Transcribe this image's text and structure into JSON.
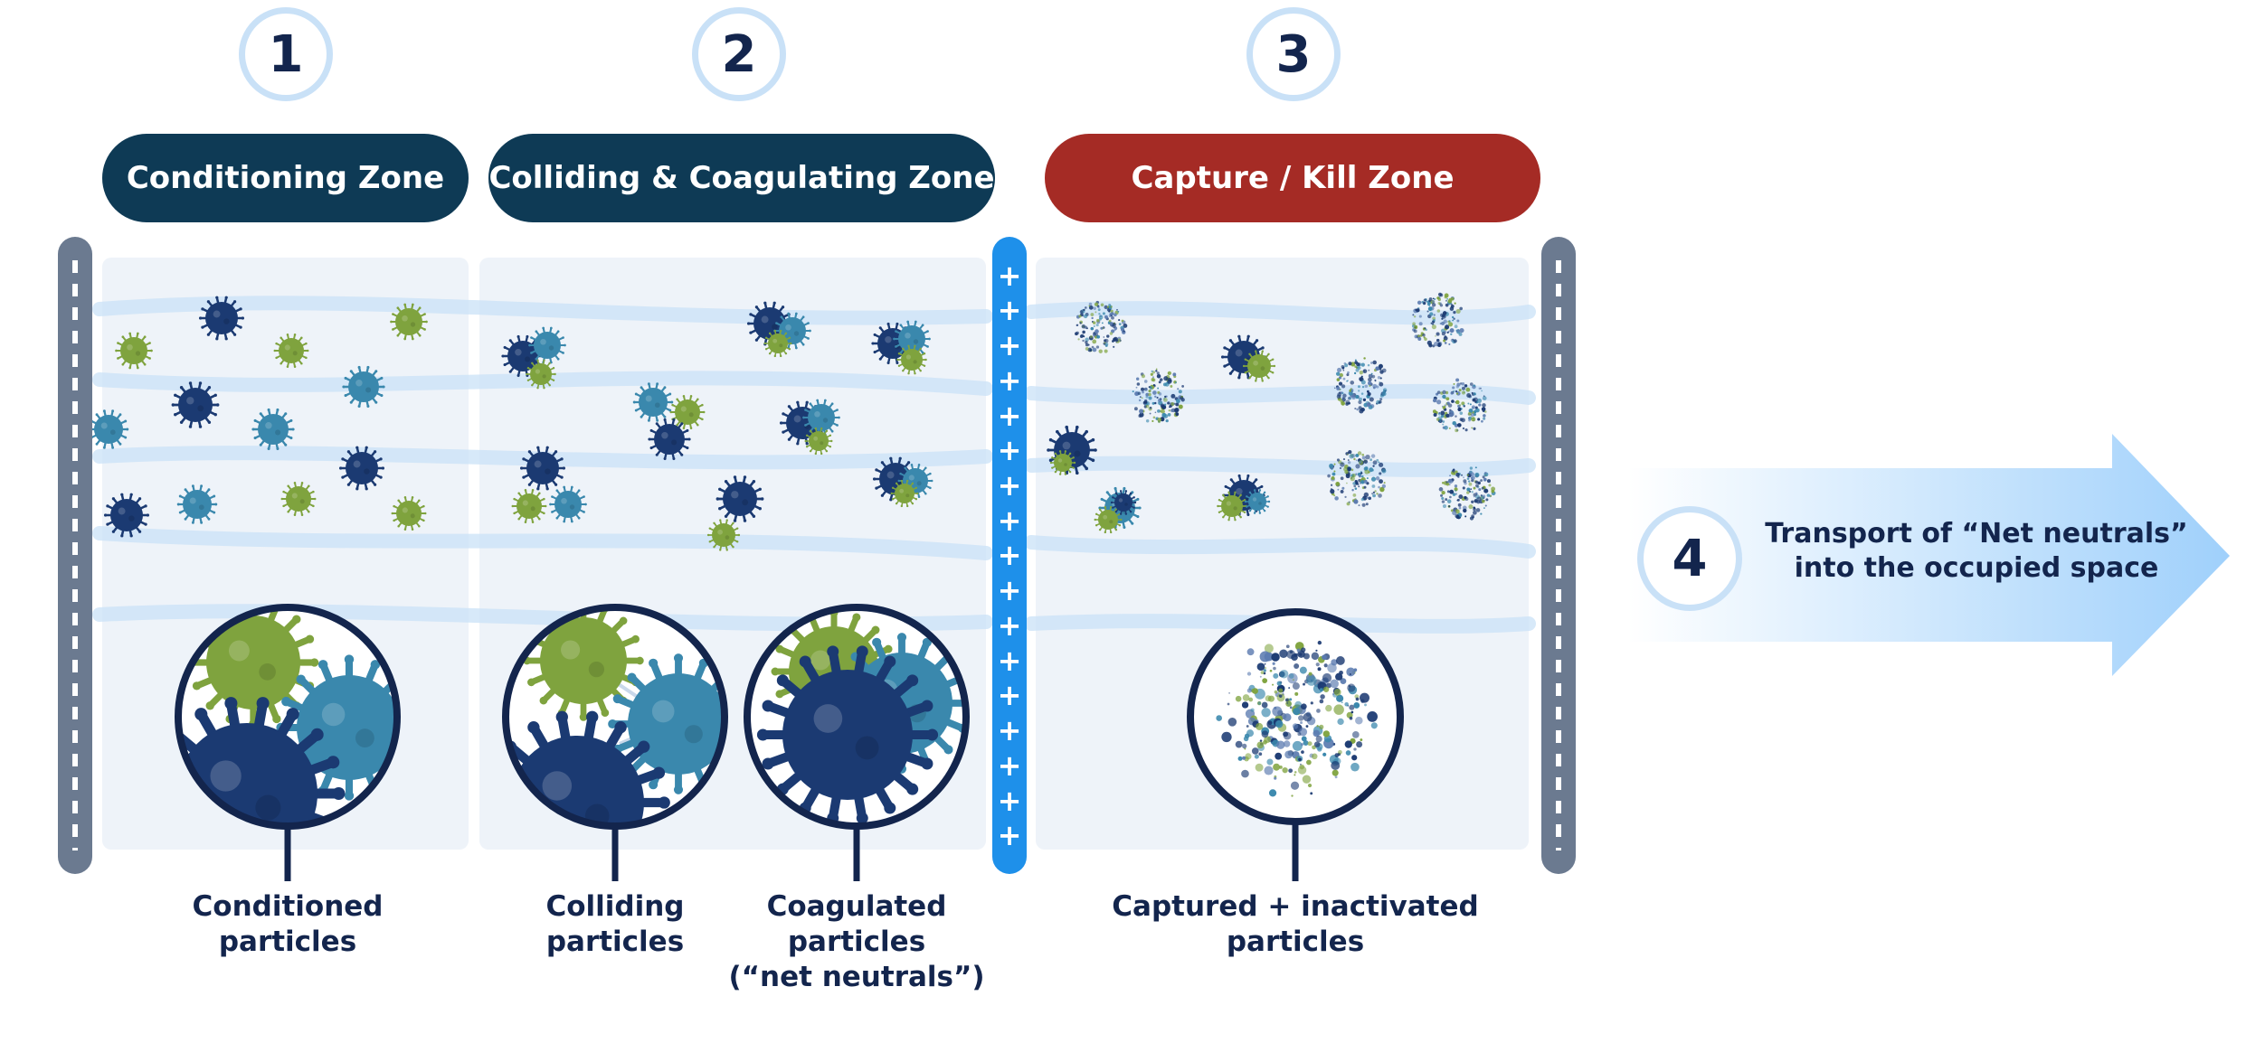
{
  "steps": [
    {
      "number": "1",
      "zone": "Conditioning Zone"
    },
    {
      "number": "2",
      "zone": "Colliding & Coagulating Zone"
    },
    {
      "number": "3",
      "zone": "Capture / Kill Zone"
    }
  ],
  "transport": {
    "number": "4",
    "line1": "Transport of “Net neutrals”",
    "line2": "into the occupied space"
  },
  "ion_bar": {
    "symbol": "+",
    "count": 17
  },
  "captions": {
    "conditioned": [
      "Conditioned",
      "particles"
    ],
    "colliding": [
      "Colliding",
      "particles"
    ],
    "coagulated": [
      "Coagulated",
      "particles",
      "(“net neutrals”)"
    ],
    "captured": [
      "Captured + inactivated",
      "particles"
    ]
  },
  "colors": {
    "navy": "#1b3a72",
    "teal": "#3a88ad",
    "green": "#7fa33e",
    "zone_dark": "#0e3a55",
    "zone_red": "#a52b25",
    "ion_blue": "#1e90ea",
    "post_gray": "#6b7a90",
    "step_ring": "#c9e1f7"
  }
}
